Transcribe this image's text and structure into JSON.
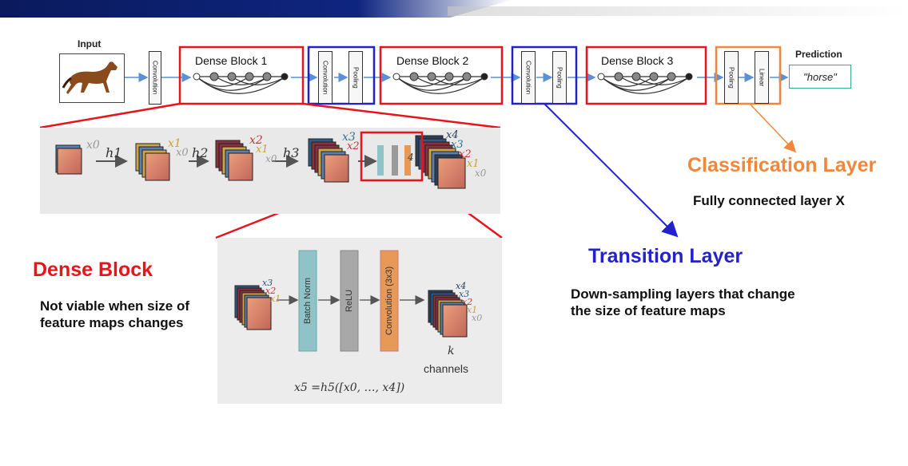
{
  "pipeline": {
    "input_label": "Input",
    "prediction_label": "Prediction",
    "prediction_value": "\"horse\"",
    "conv_label": "Convolution",
    "pool_label": "Pooling",
    "linear_label": "Linear",
    "dense_block_1": "Dense Block 1",
    "dense_block_2": "Dense Block 2",
    "dense_block_3": "Dense Block 3"
  },
  "dense_detail": {
    "h1": "h1",
    "h2": "h2",
    "h3": "h3",
    "h4": "4",
    "x0": "x0",
    "x1": "x1",
    "x2": "x2",
    "x3": "x3",
    "x4": "x4"
  },
  "layer_detail": {
    "batch_norm": "Batch Norm",
    "relu": "ReLU",
    "conv3x3": "Convolution (3x3)",
    "k": "k",
    "channels": "channels",
    "formula": "x5 =h5([x0, …, x4])",
    "x0": "x0",
    "x1": "x1",
    "x2": "x2",
    "x3": "x3",
    "x4": "x4"
  },
  "annotations": {
    "dense_title": "Dense Block",
    "dense_desc": "Not viable when size of feature maps changes",
    "transition_title": "Transition Layer",
    "transition_desc": "Down-sampling layers that change the size of feature maps",
    "classification_title": "Classification Layer",
    "classification_desc": "Fully connected layer X"
  },
  "colors": {
    "dense": "#e8141c",
    "transition": "#2222cc",
    "classification": "#f0873a",
    "prediction_box": "#3aa6a0",
    "arrow": "#5b8fd6"
  }
}
